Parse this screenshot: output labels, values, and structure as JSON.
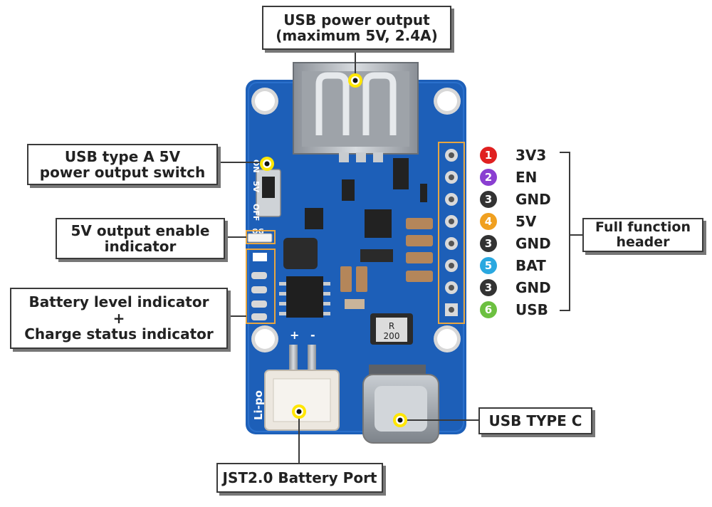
{
  "labels": {
    "usb_power_output": {
      "line1": "USB power output",
      "line2": "(maximum 5V, 2.4A)"
    },
    "usb_type_a_switch": {
      "line1": "USB type A 5V",
      "line2": "power output switch"
    },
    "output_enable_indicator": {
      "line1": "5V output enable",
      "line2": "indicator"
    },
    "battery_charge_indicator": {
      "line1": "Battery level indicator",
      "line2": "+",
      "line3": "Charge status indicator"
    },
    "full_function_header": {
      "line1": "Full function",
      "line2": "header"
    },
    "usb_type_c": "USB TYPE C",
    "jst_battery_port": "JST2.0 Battery Port"
  },
  "pins": [
    {
      "num": "1",
      "name": "3V3",
      "color": "#e02020"
    },
    {
      "num": "2",
      "name": "EN",
      "color": "#8a3fd1"
    },
    {
      "num": "3",
      "name": "GND",
      "color": "#333333"
    },
    {
      "num": "4",
      "name": "5V",
      "color": "#f0a020"
    },
    {
      "num": "3",
      "name": "GND",
      "color": "#333333"
    },
    {
      "num": "5",
      "name": "BAT",
      "color": "#2aa8e0"
    },
    {
      "num": "3",
      "name": "GND",
      "color": "#333333"
    },
    {
      "num": "6",
      "name": "USB",
      "color": "#6cc040"
    }
  ],
  "silkscreen": {
    "on": "ON",
    "five_v": "5V",
    "off": "OFF",
    "og": "OG",
    "plus": "+",
    "minus": "-",
    "lipo": "Li-po",
    "inductor_r": "R",
    "inductor_value": "200"
  },
  "colors": {
    "pcb": "#1d5fb8",
    "marker": "#ffe600",
    "callout_border": "#3a3a3a",
    "highlight_box": "#e8a640"
  }
}
